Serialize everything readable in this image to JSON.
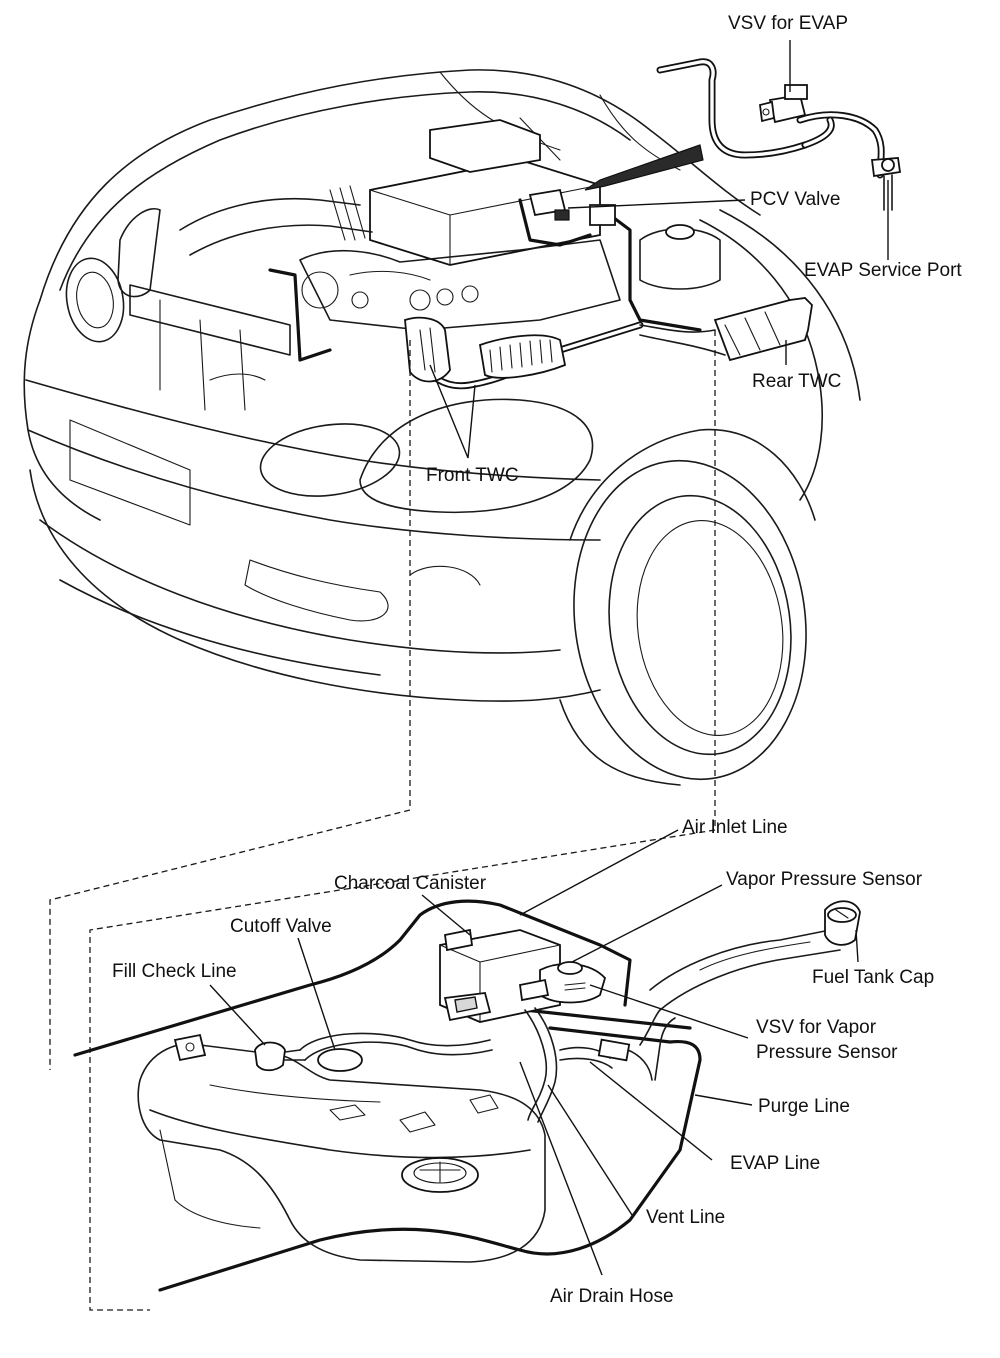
{
  "labels": {
    "vsv_evap": "VSV for EVAP",
    "pcv_valve": "PCV Valve",
    "evap_service_port": "EVAP Service Port",
    "rear_twc": "Rear TWC",
    "front_twc": "Front TWC",
    "air_inlet_line": "Air Inlet Line",
    "charcoal_canister": "Charcoal Canister",
    "vapor_pressure_sensor": "Vapor Pressure Sensor",
    "cutoff_valve": "Cutoff Valve",
    "fill_check_line": "Fill Check Line",
    "fuel_tank_cap": "Fuel Tank Cap",
    "vsv_vapor_line1": "VSV for Vapor",
    "vsv_vapor_line2": "Pressure Sensor",
    "purge_line": "Purge Line",
    "evap_line": "EVAP Line",
    "vent_line": "Vent Line",
    "air_drain_hose": "Air Drain Hose"
  },
  "colors": {
    "ink": "#111111",
    "paper": "#ffffff"
  }
}
